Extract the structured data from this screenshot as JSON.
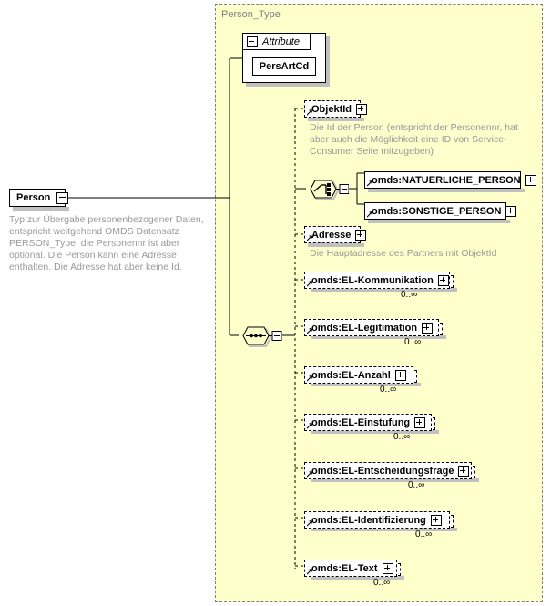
{
  "diagram": {
    "kind": "xml-schema-diagram",
    "root": {
      "label": "Person",
      "toggle": "minus",
      "annotation": "Typ zur Übergabe personenbezogener Daten, entspricht weitgehend OMDS Datensatz PERSON_Type, die Personennr ist aber optional. Die Person kann eine Adresse enthalten. Die Adresse hat aber keine Id."
    },
    "type_container": {
      "title": "Person_Type",
      "background": "#FFFFCC",
      "border_color": "#808080"
    },
    "attribute_group": {
      "label": "Attribute",
      "toggle": "minus",
      "attributes": [
        {
          "label": "PersArtCd"
        }
      ]
    },
    "compositors": {
      "choice": {
        "name": "choice-compositor",
        "toggle": "minus"
      },
      "sequence": {
        "name": "sequence-compositor",
        "toggle": "minus"
      }
    },
    "nodes": [
      {
        "label": "ObjektId",
        "toggle": "plus",
        "optional": true,
        "many": false,
        "occurrence": "",
        "annotation": "Die Id der Person (entspricht der Personennr, hat aber auch die Möglichkeit eine ID von Service-Consumer Seite mitzugeben)"
      },
      {
        "label": "omds:NATUERLICHE_PERSON",
        "toggle": "plus",
        "optional": false,
        "many": false,
        "occurrence": "",
        "annotation": ""
      },
      {
        "label": "omds:SONSTIGE_PERSON",
        "toggle": "plus",
        "optional": false,
        "many": false,
        "occurrence": "",
        "annotation": ""
      },
      {
        "label": "Adresse",
        "toggle": "plus",
        "optional": true,
        "many": false,
        "occurrence": "",
        "annotation": "Die Hauptadresse des Partners mit ObjektId"
      },
      {
        "label": "omds:EL-Kommunikation",
        "toggle": "plus",
        "optional": true,
        "many": true,
        "occurrence": "0..∞",
        "annotation": ""
      },
      {
        "label": "omds:EL-Legitimation",
        "toggle": "plus",
        "optional": true,
        "many": true,
        "occurrence": "0..∞",
        "annotation": ""
      },
      {
        "label": "omds:EL-Anzahl",
        "toggle": "plus",
        "optional": true,
        "many": true,
        "occurrence": "0..∞",
        "annotation": ""
      },
      {
        "label": "omds:EL-Einstufung",
        "toggle": "plus",
        "optional": true,
        "many": true,
        "occurrence": "0..∞",
        "annotation": ""
      },
      {
        "label": "omds:EL-Entscheidungsfrage",
        "toggle": "plus",
        "optional": true,
        "many": true,
        "occurrence": "0..∞",
        "annotation": ""
      },
      {
        "label": "omds:EL-Identifizierung",
        "toggle": "plus",
        "optional": true,
        "many": true,
        "occurrence": "0..∞",
        "annotation": ""
      },
      {
        "label": "omds:EL-Text",
        "toggle": "plus",
        "optional": true,
        "many": true,
        "occurrence": "0..∞",
        "annotation": ""
      }
    ]
  }
}
